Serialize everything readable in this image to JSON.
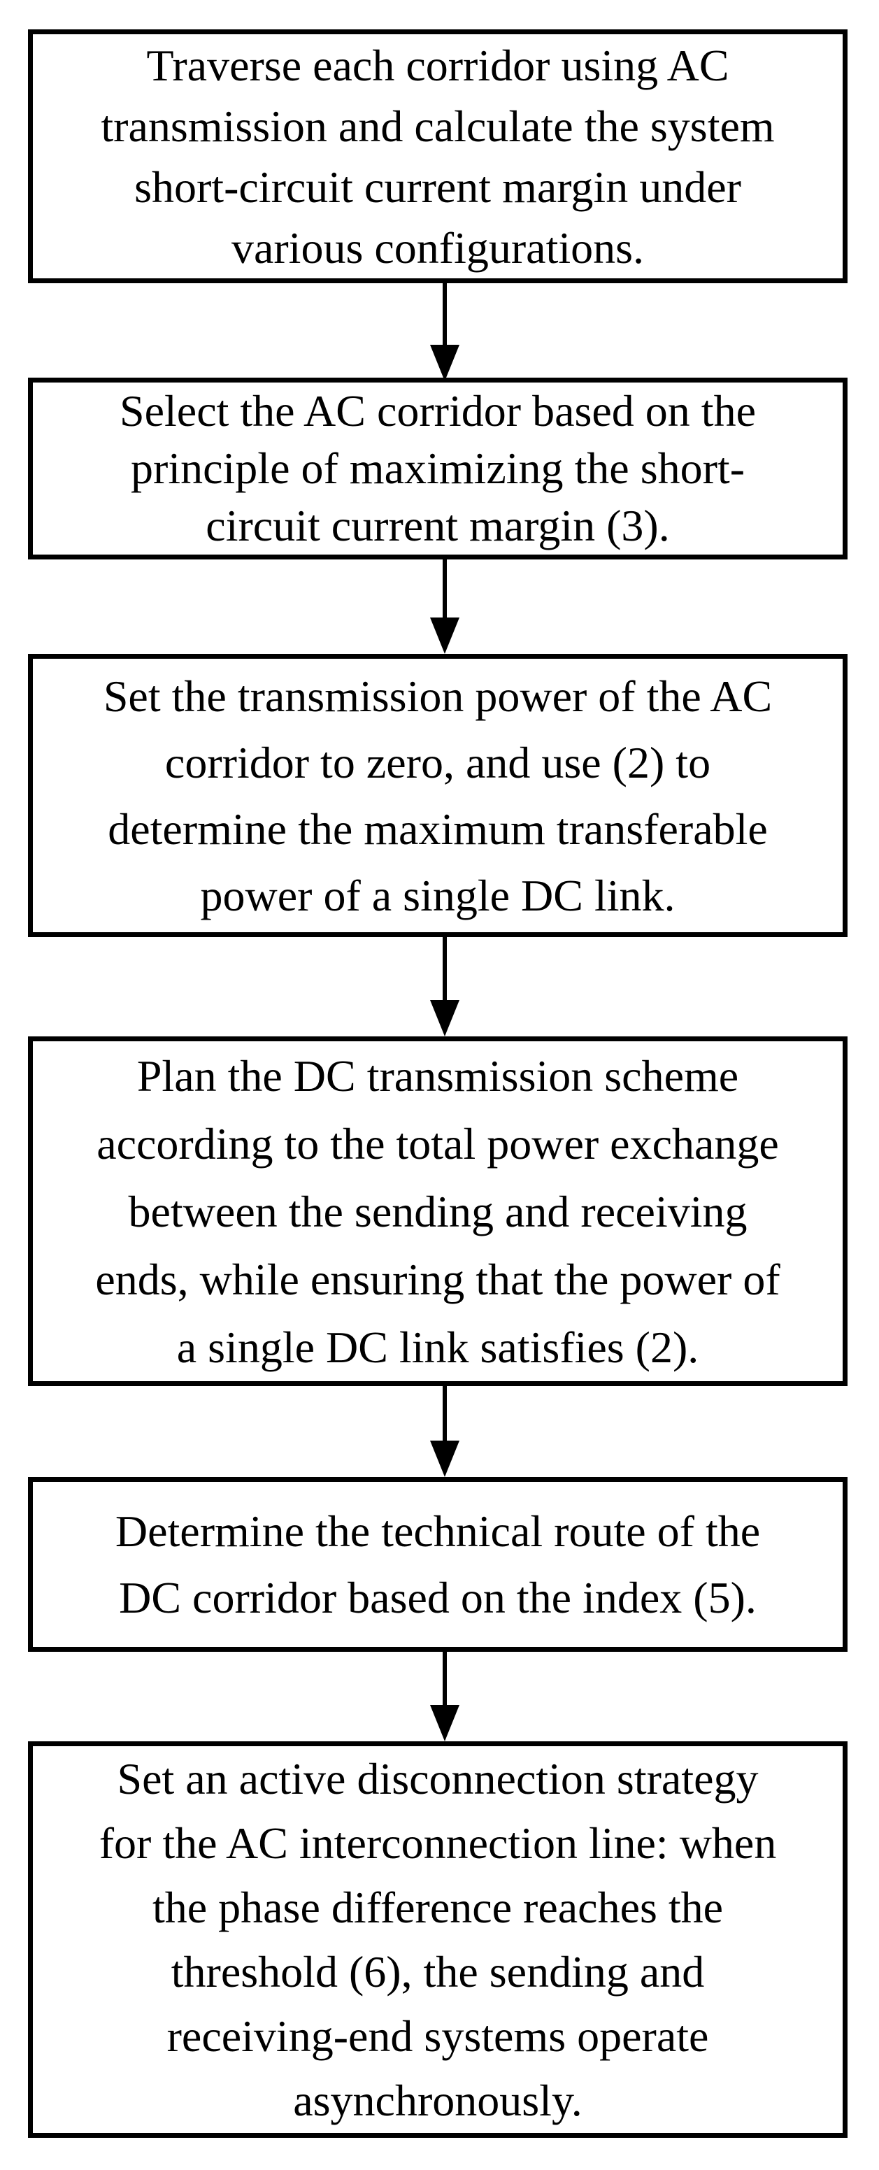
{
  "diagram": {
    "type": "flowchart",
    "background_color": "#ffffff",
    "box_border_color": "#000000",
    "text_color": "#000000",
    "steps": [
      {
        "id": 1,
        "text": "Traverse each corridor using AC transmission and calculate the system short-circuit current margin under various configurations.",
        "lines": [
          "Traverse each corridor using AC",
          "transmission and calculate the system",
          "short-circuit current margin under",
          "various configurations."
        ]
      },
      {
        "id": 2,
        "text": "Select the AC corridor based on the principle of maximizing the short-circuit current margin (3).",
        "lines": [
          "Select the AC corridor based on the",
          "principle of maximizing the short-",
          "circuit current margin (3)."
        ]
      },
      {
        "id": 3,
        "text": "Set the transmission power of the AC corridor to zero, and use (2) to determine the maximum transferable power of a single DC link.",
        "lines": [
          "Set the transmission power of the AC",
          "corridor to zero, and use (2) to",
          "determine the maximum transferable",
          "power of a single DC link."
        ]
      },
      {
        "id": 4,
        "text": "Plan the DC transmission scheme according to the total power exchange between the sending and receiving ends, while ensuring that the power of a single DC link satisfies (2).",
        "lines": [
          "Plan the DC transmission scheme",
          "according to the total power exchange",
          "between the sending and receiving",
          "ends, while ensuring that the power of",
          "a single DC link satisfies (2)."
        ]
      },
      {
        "id": 5,
        "text": "Determine the technical route of the DC corridor based on the index (5).",
        "lines": [
          "Determine the technical route of the",
          "DC corridor based on the index (5)."
        ]
      },
      {
        "id": 6,
        "text": "Set an active disconnection strategy for the AC interconnection line: when the phase difference reaches the threshold (6), the sending and receiving-end systems operate asynchronously.",
        "lines": [
          "Set an active disconnection strategy",
          "for the AC interconnection line: when",
          "the phase difference reaches the",
          "threshold (6), the sending and",
          "receiving-end systems operate",
          "asynchronously."
        ]
      }
    ],
    "connectors": [
      {
        "from": 1,
        "to": 2
      },
      {
        "from": 2,
        "to": 3
      },
      {
        "from": 3,
        "to": 4
      },
      {
        "from": 4,
        "to": 5
      },
      {
        "from": 5,
        "to": 6
      }
    ]
  }
}
